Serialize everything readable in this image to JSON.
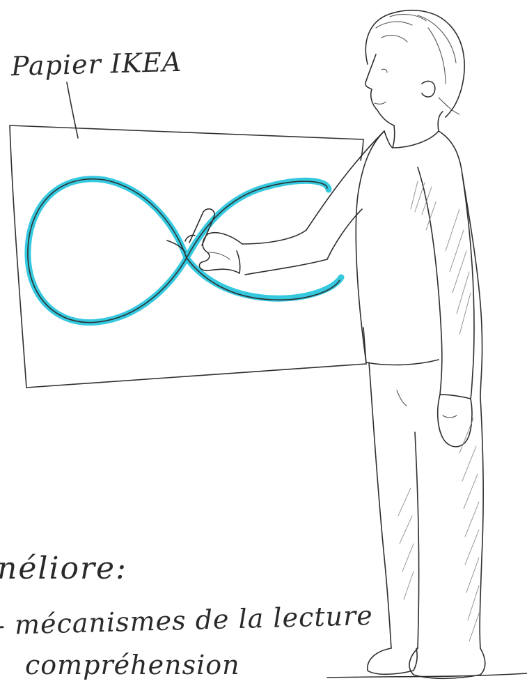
{
  "sketch": {
    "paper_label": "Papier IKEA",
    "notes": {
      "title": "néliore:",
      "line1": "- mécanismes de la lecture",
      "line2": "compréhension"
    }
  },
  "colors": {
    "ink": "#2e2e2e",
    "highlight": "#1fc3dd"
  },
  "icons": [
    "paper-sheet",
    "infinity-figure-eight",
    "person-drawing",
    "marker"
  ]
}
